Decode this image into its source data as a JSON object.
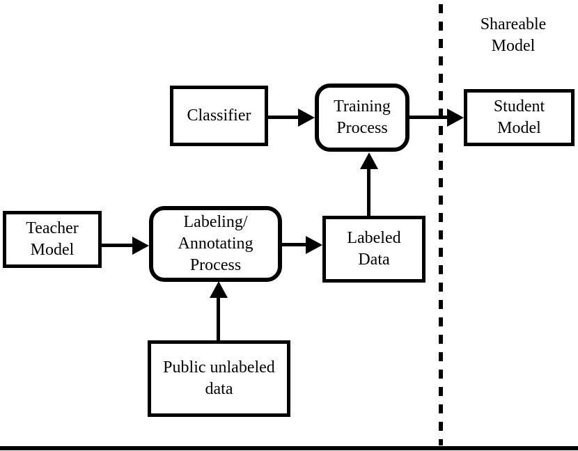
{
  "colors": {
    "background": "#ffffff",
    "ink": "#000000"
  },
  "nodes": {
    "teacher_model": {
      "label": "Teacher\nModel",
      "shape": "rectangle"
    },
    "classifier": {
      "label": "Classifier",
      "shape": "rectangle"
    },
    "training_process": {
      "label": "Training\nProcess",
      "shape": "rounded-rectangle"
    },
    "student_model": {
      "label": "Student\nModel",
      "shape": "rectangle"
    },
    "labeling_process": {
      "label": "Labeling/\nAnnotating\nProcess",
      "shape": "rounded-rectangle"
    },
    "labeled_data": {
      "label": "Labeled\nData",
      "shape": "rectangle"
    },
    "public_unlabeled_data": {
      "label": "Public unlabeled\ndata",
      "shape": "rectangle"
    }
  },
  "annotations": {
    "shareable_model": "Shareable\nModel"
  },
  "edges": [
    {
      "from": "classifier",
      "to": "training_process",
      "direction": "right"
    },
    {
      "from": "training_process",
      "to": "student_model",
      "direction": "right"
    },
    {
      "from": "teacher_model",
      "to": "labeling_process",
      "direction": "right"
    },
    {
      "from": "labeling_process",
      "to": "labeled_data",
      "direction": "right"
    },
    {
      "from": "labeled_data",
      "to": "training_process",
      "direction": "up"
    },
    {
      "from": "public_unlabeled_data",
      "to": "labeling_process",
      "direction": "up"
    }
  ],
  "separator": {
    "style": "dashed",
    "orientation": "vertical",
    "meaning": "boundary before shareable model"
  },
  "bottom_rule": {
    "style": "solid",
    "orientation": "horizontal"
  }
}
